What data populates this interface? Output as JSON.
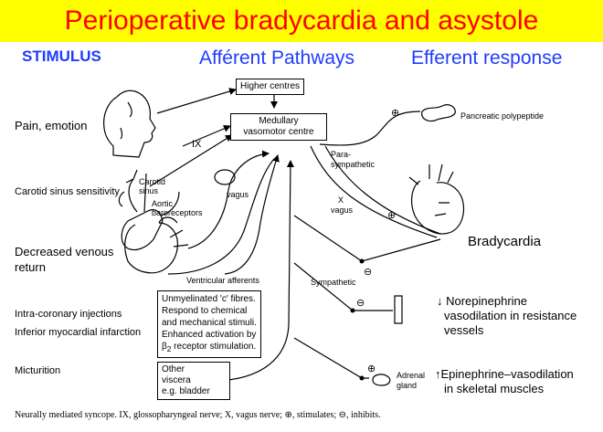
{
  "title": "Perioperative bradycardia and asystole",
  "headers": {
    "stimulus": "STIMULUS",
    "afferent": "Afférent Pathways",
    "efferent": "Efferent response"
  },
  "boxes": {
    "higher_centres": "Higher centres",
    "medullary": [
      "Medullary",
      "vasomotor centre"
    ],
    "fibres": [
      "Unmyelinated 'c' fibres.",
      "Respond to chemical",
      "and mechanical stimuli.",
      "Enhanced activation by",
      "β",
      "2",
      " receptor stimulation."
    ],
    "viscera": [
      "Other",
      "viscera",
      "e.g. bladder"
    ]
  },
  "stimuli": {
    "pain": "Pain, emotion",
    "carotid": "Carotid sinus sensitivity",
    "venous_1": "Decreased venous",
    "venous_2": "return",
    "coronary": "Intra-coronary injections",
    "infarction": "Inferior myocardial infarction",
    "micturition": "Micturition"
  },
  "pathway_labels": {
    "ix": "IX",
    "carotid_sinus_1": "Carotid",
    "carotid_sinus_2": "sinus",
    "vagus": "vagus",
    "aortic_1": "Aortic",
    "aortic_2": "baroreceptors",
    "ventricular": "Ventricular afferents",
    "para_1": "Para-",
    "para_2": "sympathetic",
    "x": "X",
    "x_vagus": "vagus",
    "sympathetic": "Sympathetic",
    "adrenal_1": "Adrenal",
    "adrenal_2": "gland"
  },
  "responses": {
    "pancreatic": "Pancreatic polypeptide",
    "bradycardia": "Bradycardia",
    "norepi_1": "↓ Norepinephrine",
    "norepi_2": "vasodilation in resistance",
    "norepi_3": "vessels",
    "epi_1": "↑Epinephrine–vasodilation",
    "epi_2": "in skeletal muscles"
  },
  "signs": {
    "plus": "⊕",
    "minus": "⊖"
  },
  "caption": "Neurally mediated syncope. IX, glossopharyngeal nerve; X, vagus nerve; ⊕, stimulates; ⊖, inhibits.",
  "colors": {
    "banner": "#ffff00",
    "title": "#ff0000",
    "headers": "#1f3cff"
  }
}
